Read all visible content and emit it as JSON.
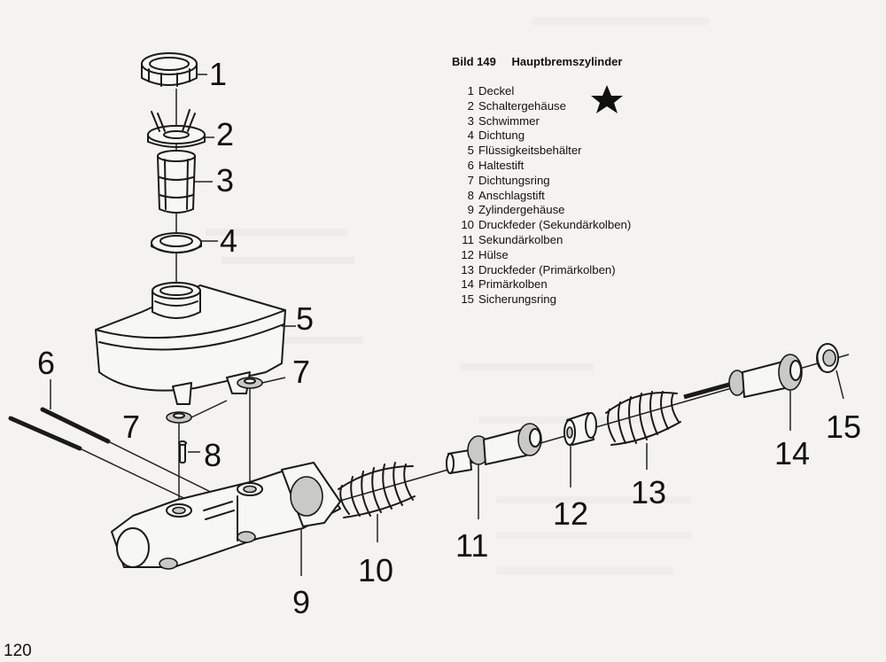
{
  "figure": {
    "number": "Bild 149",
    "title": "Hauptbremszylinder"
  },
  "legend": [
    {
      "num": "1",
      "label": "Deckel"
    },
    {
      "num": "2",
      "label": "Schaltergehäuse"
    },
    {
      "num": "3",
      "label": "Schwimmer"
    },
    {
      "num": "4",
      "label": "Dichtung"
    },
    {
      "num": "5",
      "label": "Flüssigkeitsbehälter"
    },
    {
      "num": "6",
      "label": "Haltestift"
    },
    {
      "num": "7",
      "label": "Dichtungsring"
    },
    {
      "num": "8",
      "label": "Anschlagstift"
    },
    {
      "num": "9",
      "label": "Zylindergehäuse"
    },
    {
      "num": "10",
      "label": "Druckfeder (Sekundärkolben)"
    },
    {
      "num": "11",
      "label": "Sekundärkolben"
    },
    {
      "num": "12",
      "label": "Hülse"
    },
    {
      "num": "13",
      "label": "Druckfeder (Primärkolben)"
    },
    {
      "num": "14",
      "label": "Primärkolben"
    },
    {
      "num": "15",
      "label": "Sicherungsring"
    }
  ],
  "callouts": {
    "c1": "1",
    "c2": "2",
    "c3": "3",
    "c4": "4",
    "c5": "5",
    "c6": "6",
    "c7a": "7",
    "c7b": "7",
    "c8": "8",
    "c9": "9",
    "c10": "10",
    "c11": "11",
    "c12": "12",
    "c13": "13",
    "c14": "14",
    "c15": "15"
  },
  "page_number": "120",
  "icons": {
    "marker": "star-icon"
  }
}
